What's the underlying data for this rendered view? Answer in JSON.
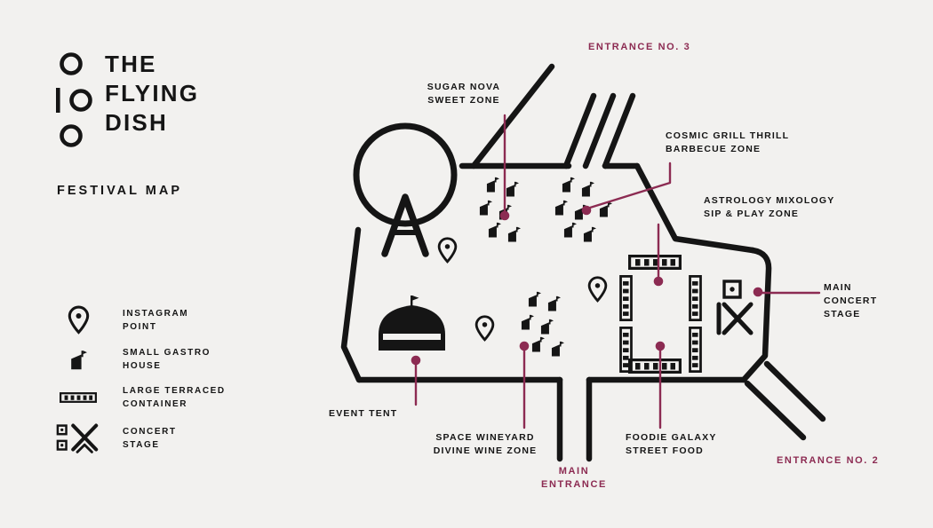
{
  "theme": {
    "background": "#f2f1ef",
    "ink": "#151515",
    "accent": "#8c2b52"
  },
  "brand": {
    "title": "THE\nFLYING\nDISH",
    "subtitle": "FESTIVAL MAP"
  },
  "legend": {
    "items": [
      {
        "icon": "map-pin-icon",
        "label": "INSTAGRAM\nPOINT"
      },
      {
        "icon": "gastro-house-icon",
        "label": "SMALL GASTRO\nHOUSE"
      },
      {
        "icon": "terraced-container-icon",
        "label": "LARGE TERRACED\nCONTAINER"
      },
      {
        "icon": "concert-stage-icon",
        "label": "CONCERT\nSTAGE"
      }
    ]
  },
  "map": {
    "entrances": {
      "entrance_3": "ENTRANCE NO. 3",
      "main_entrance": "MAIN\nENTRANCE",
      "entrance_2": "ENTRANCE NO. 2"
    },
    "zones": {
      "sugar_nova": "SUGAR NOVA\nSWEET ZONE",
      "cosmic_grill": "COSMIC GRILL THRILL\nBARBECUE ZONE",
      "astrology_mixology": "ASTROLOGY MIXOLOGY\nSIP & PLAY ZONE",
      "main_concert_stage": "MAIN\nCONCERT\nSTAGE",
      "event_tent": "EVENT TENT",
      "space_wineyard": "SPACE WINEYARD\nDIVINE WINE ZONE",
      "foodie_galaxy": "FOODIE GALAXY\nSTREET FOOD"
    }
  }
}
